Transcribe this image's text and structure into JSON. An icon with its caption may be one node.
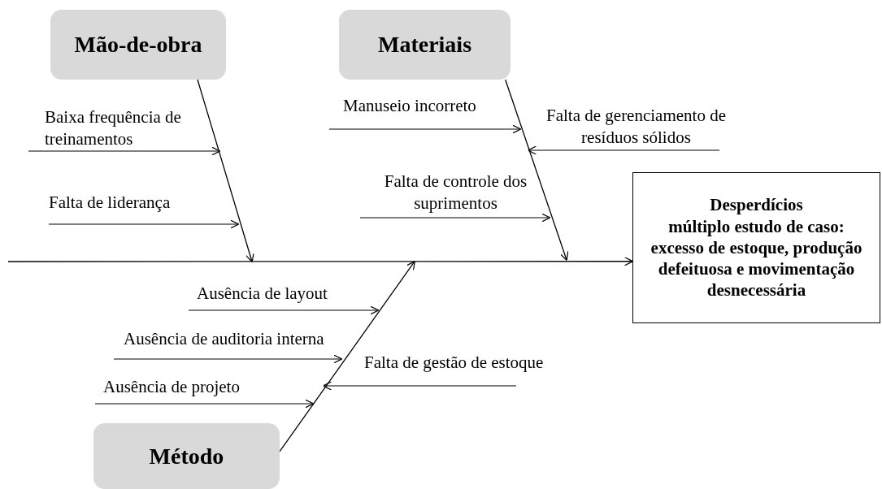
{
  "diagram": {
    "nodes": [
      {
        "text": [
          "Mão-de-obra"
        ]
      },
      {
        "text": [
          "Materiais"
        ]
      },
      {
        "text": [
          "Método"
        ]
      },
      {
        "text": [
          "Desperdícios",
          "múltiplo estudo de caso: excesso de estoque, produção defeituosa e movimentação desnecessária"
        ]
      }
    ],
    "edges": [
      {
        "from": null,
        "to": 3,
        "arrow": "to"
      },
      {
        "from": 0,
        "to": null,
        "arrow": "to"
      },
      {
        "from": 1,
        "to": null,
        "arrow": "to"
      },
      {
        "from": 2,
        "to": null,
        "arrow": "to"
      }
    ],
    "labels": [
      "Baixa frequência de treinamentos",
      "Manuseio incorreto",
      "Falta de gerenciamento de resíduos sólidos",
      "Falta de controle dos suprimentos",
      "Falta de liderança",
      "Ausência de layout",
      "Ausência de auditoria interna",
      "Falta de gestão de estoque",
      "Ausência de projeto"
    ]
  }
}
